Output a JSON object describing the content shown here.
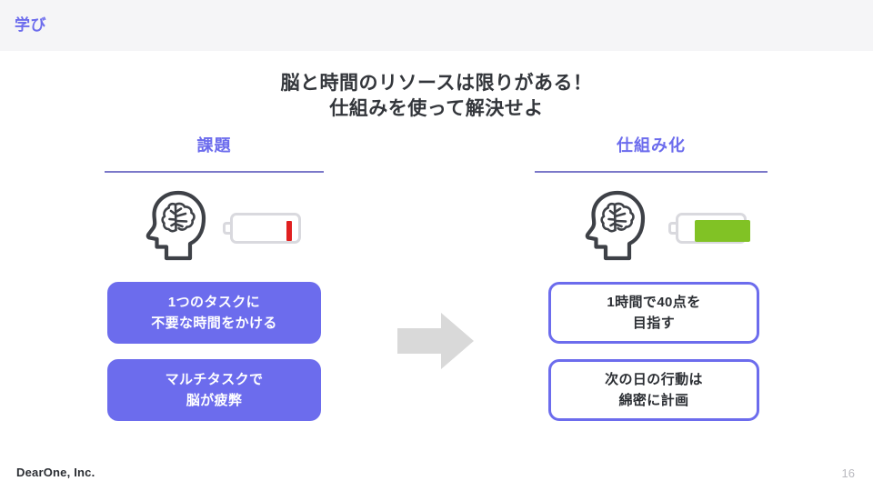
{
  "header": {
    "label": "学び",
    "accent_color": "#6c6ced",
    "band_color": "#f5f5f7"
  },
  "title": {
    "line1": "脳と時間のリソースは限りがある！",
    "line2": "仕組みを使って解決せよ",
    "color": "#33363b"
  },
  "columns": {
    "left": {
      "heading": "課題",
      "icons": {
        "head": "head-brain-icon",
        "battery": "battery-low-icon",
        "battery_state": "low",
        "battery_color": "#e02020"
      },
      "cards": [
        {
          "line1": "1つのタスクに",
          "line2": "不要な時間をかける",
          "style": "filled",
          "color": "#6c6ced"
        },
        {
          "line1": "マルチタスクで",
          "line2": "脳が疲弊",
          "style": "filled",
          "color": "#6c6ced"
        }
      ]
    },
    "right": {
      "heading": "仕組み化",
      "icons": {
        "head": "head-brain-icon",
        "battery": "battery-full-icon",
        "battery_state": "full",
        "battery_color": "#81c225"
      },
      "cards": [
        {
          "line1": "1時間で40点を",
          "line2": "目指す",
          "style": "outlined",
          "color": "#6c6ced"
        },
        {
          "line1": "次の日の行動は",
          "line2": "綿密に計画",
          "style": "outlined",
          "color": "#6c6ced"
        }
      ]
    }
  },
  "arrow": {
    "name": "right-arrow-icon",
    "color": "#d9d9d9"
  },
  "footer": {
    "brand": "DearOne, Inc.",
    "page_number": "16"
  }
}
